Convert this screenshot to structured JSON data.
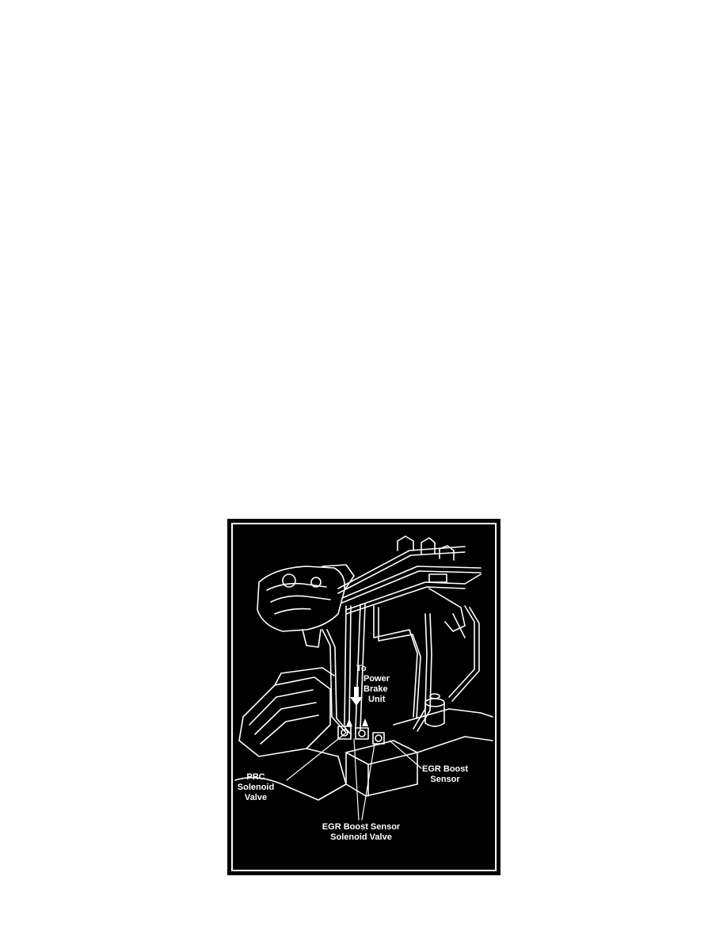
{
  "figure": {
    "colors": {
      "background": "#000000",
      "line": "#ffffff"
    },
    "labels": {
      "power_brake": [
        "To",
        "Power",
        "Brake",
        "Unit"
      ],
      "egr_boost_sensor": [
        "EGR Boost",
        "Sensor"
      ],
      "prc_solenoid_valve": [
        "PRC",
        "Solenoid",
        "Valve"
      ],
      "egr_solenoid_valve": [
        "EGR Boost Sensor",
        "Solenoid Valve"
      ]
    }
  }
}
